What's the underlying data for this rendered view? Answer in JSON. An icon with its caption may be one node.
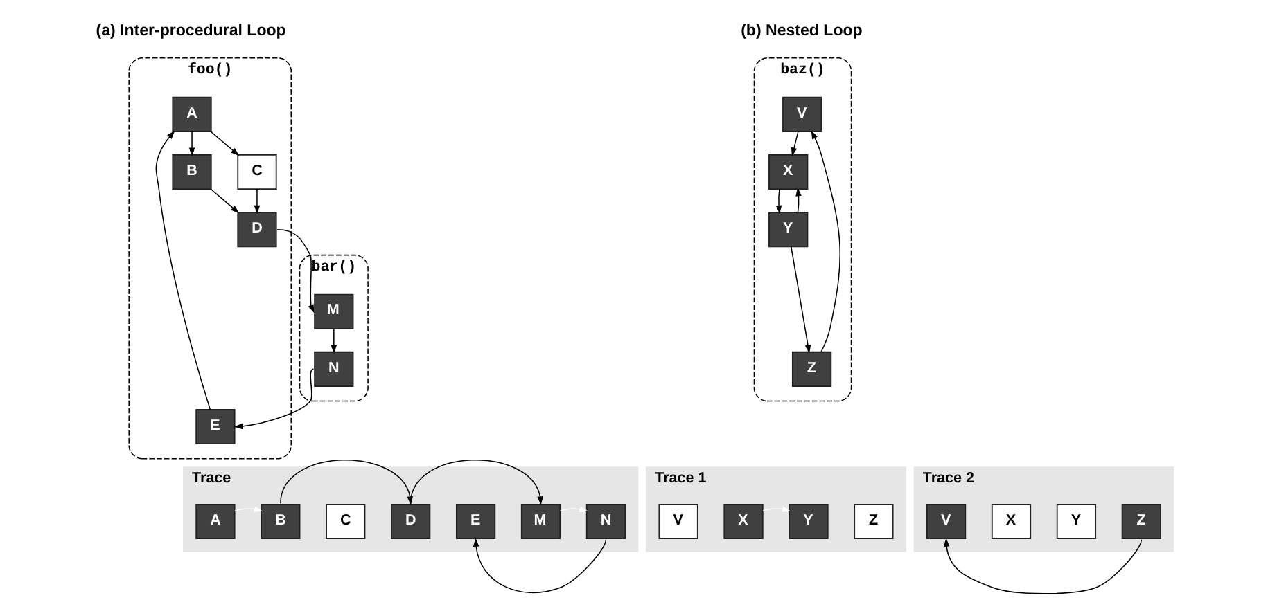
{
  "diagram": {
    "nodes": [
      {
        "text": [
          "foo()"
        ]
      },
      {
        "text": [
          "A"
        ],
        "in": 0
      },
      {
        "text": [
          "B"
        ],
        "in": 0
      },
      {
        "text": [
          "C"
        ],
        "in": 0
      },
      {
        "text": [
          "D"
        ],
        "in": 0
      },
      {
        "text": [
          "E"
        ],
        "in": 0
      },
      {
        "text": [
          "bar()"
        ]
      },
      {
        "text": [
          "M"
        ],
        "in": 6
      },
      {
        "text": [
          "N"
        ],
        "in": 6
      },
      {
        "text": [
          "baz()"
        ]
      },
      {
        "text": [
          "V"
        ],
        "in": 9
      },
      {
        "text": [
          "X"
        ],
        "in": 9
      },
      {
        "text": [
          "Y"
        ],
        "in": 9
      },
      {
        "text": [
          "Z"
        ],
        "in": 9
      },
      {
        "text": [
          "Trace"
        ]
      },
      {
        "text": [
          "A"
        ],
        "in": 14
      },
      {
        "text": [
          "B"
        ],
        "in": 14
      },
      {
        "text": [
          "C"
        ],
        "in": 14
      },
      {
        "text": [
          "D"
        ],
        "in": 14
      },
      {
        "text": [
          "E"
        ],
        "in": 14
      },
      {
        "text": [
          "M"
        ],
        "in": 14
      },
      {
        "text": [
          "N"
        ],
        "in": 14
      },
      {
        "text": [
          "Trace 1"
        ]
      },
      {
        "text": [
          "V"
        ],
        "in": 22
      },
      {
        "text": [
          "X"
        ],
        "in": 22
      },
      {
        "text": [
          "Y"
        ],
        "in": 22
      },
      {
        "text": [
          "Z"
        ],
        "in": 22
      },
      {
        "text": [
          "Trace 2"
        ]
      },
      {
        "text": [
          "V"
        ],
        "in": 27
      },
      {
        "text": [
          "X"
        ],
        "in": 27
      },
      {
        "text": [
          "Y"
        ],
        "in": 27
      },
      {
        "text": [
          "Z"
        ],
        "in": 27
      }
    ],
    "edges": [
      {
        "from": 1,
        "to": 2,
        "arrow": "to"
      },
      {
        "from": 1,
        "to": 3,
        "arrow": "to"
      },
      {
        "from": 2,
        "to": 4,
        "arrow": "to"
      },
      {
        "from": 3,
        "to": 4,
        "arrow": "to"
      },
      {
        "from": 4,
        "to": 7,
        "arrow": "to"
      },
      {
        "from": 7,
        "to": 8,
        "arrow": "to"
      },
      {
        "from": 8,
        "to": 5,
        "arrow": "to"
      },
      {
        "from": 5,
        "to": 1,
        "arrow": "to"
      },
      {
        "from": 10,
        "to": 11,
        "arrow": "to"
      },
      {
        "from": 11,
        "to": 12,
        "arrow": "to"
      },
      {
        "from": 12,
        "to": 13,
        "arrow": "to"
      },
      {
        "from": 12,
        "to": 11,
        "arrow": "to"
      },
      {
        "from": 13,
        "to": 10,
        "arrow": "to"
      },
      {
        "from": 15,
        "to": 16,
        "arrow": "to",
        "color": "#ffffff"
      },
      {
        "from": 16,
        "to": 18,
        "arrow": "to"
      },
      {
        "from": 18,
        "to": 20,
        "arrow": "to"
      },
      {
        "from": 20,
        "to": 21,
        "arrow": "to",
        "color": "#ffffff"
      },
      {
        "from": 21,
        "to": 19,
        "arrow": "to"
      },
      {
        "from": 24,
        "to": 25,
        "arrow": "to",
        "color": "#ffffff"
      },
      {
        "from": 31,
        "to": 28,
        "arrow": "to"
      }
    ],
    "labels": [
      "(a) Inter-procedural Loop",
      "(b) Nested Loop"
    ]
  }
}
